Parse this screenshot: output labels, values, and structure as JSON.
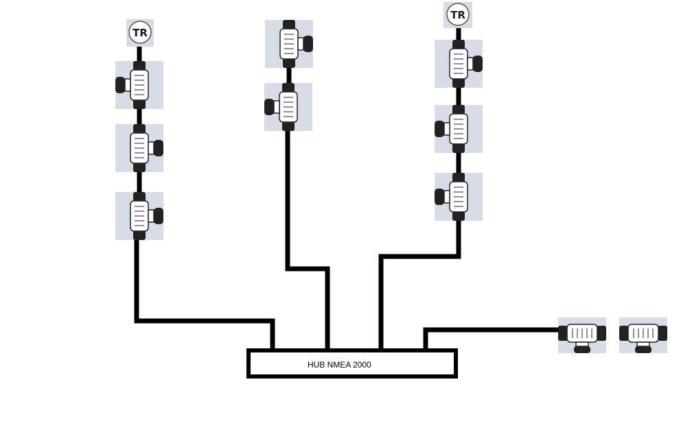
{
  "hub": {
    "label": "HUB NMEA 2000"
  },
  "terminators": [
    {
      "label": "TR"
    },
    {
      "label": "TR"
    }
  ],
  "colors": {
    "cable": "#000000",
    "connector_bg": "#d6dde7",
    "connector_body": "#ffffff",
    "connector_dark": "#222222"
  }
}
